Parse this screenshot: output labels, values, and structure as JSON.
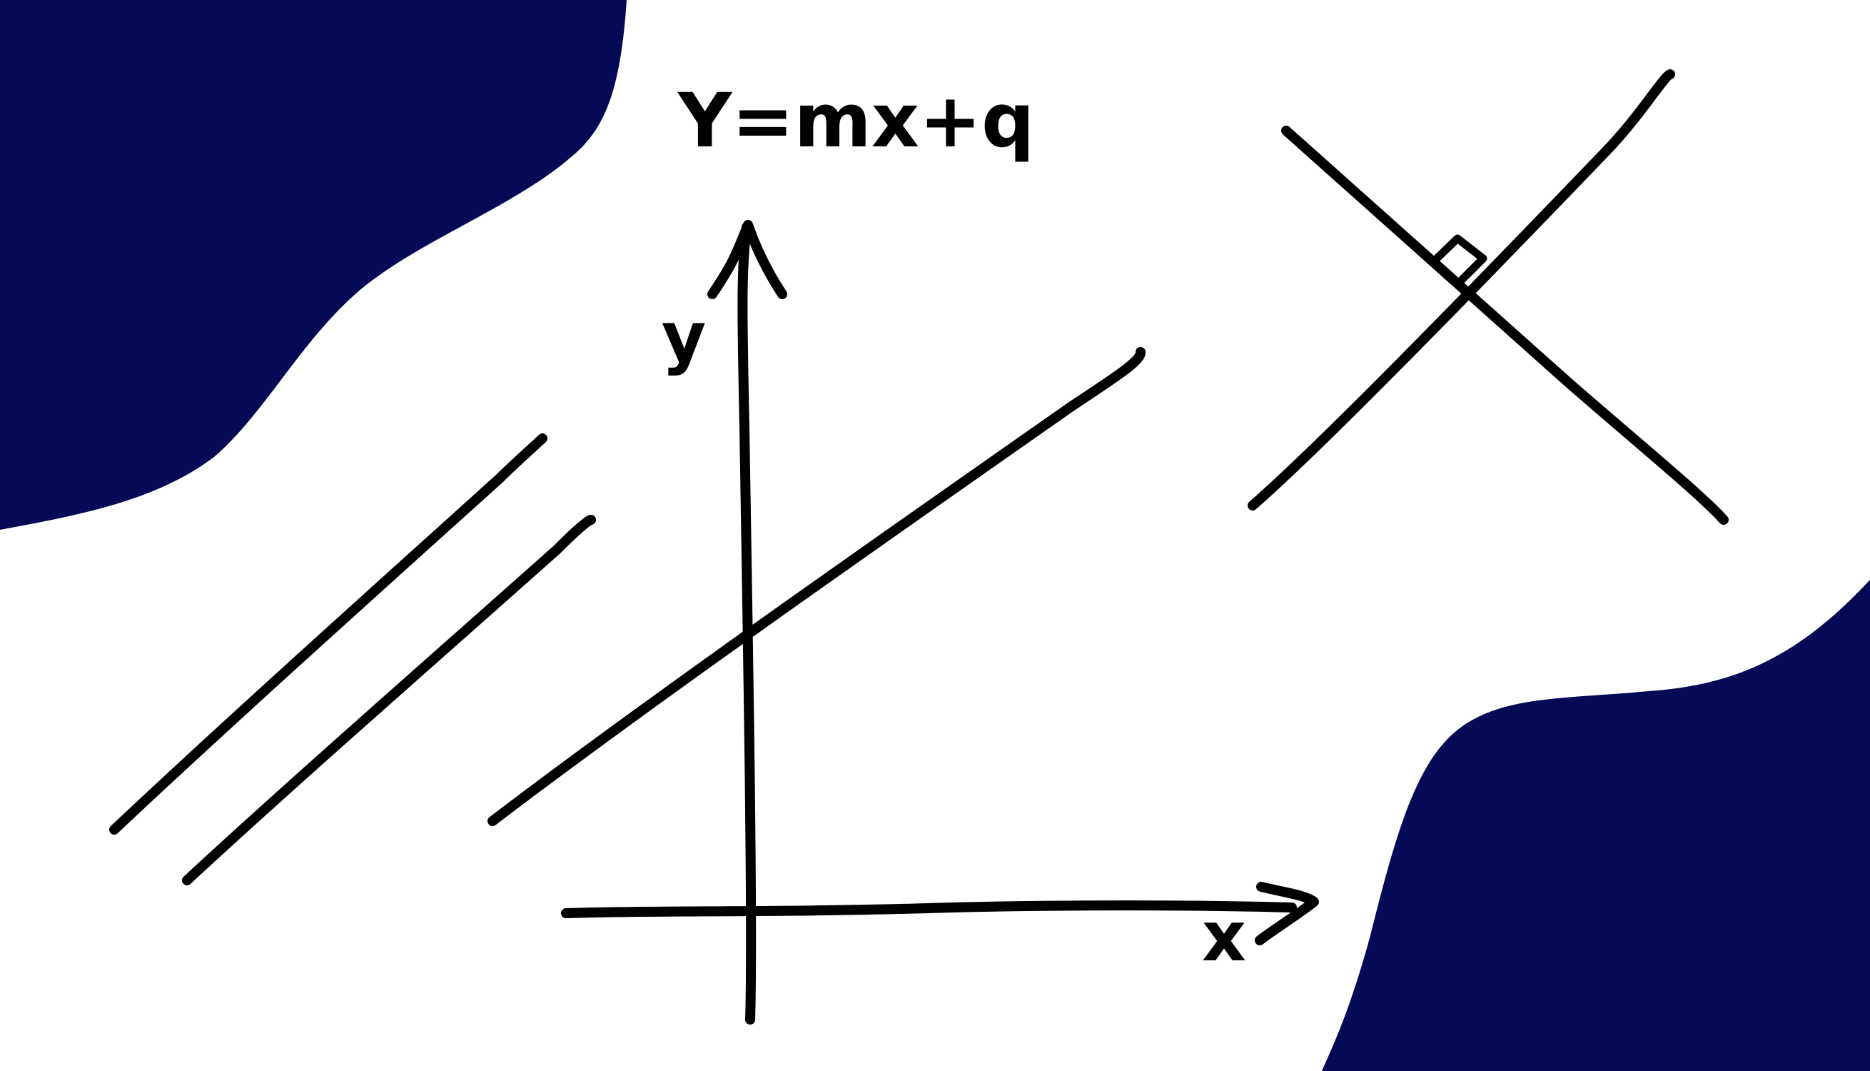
{
  "equation": "Y=mx+q",
  "axes": {
    "x_label": "x",
    "y_label": "y"
  },
  "colors": {
    "background": "#ffffff",
    "accent_blob": "#050a56",
    "ink": "#000000"
  }
}
